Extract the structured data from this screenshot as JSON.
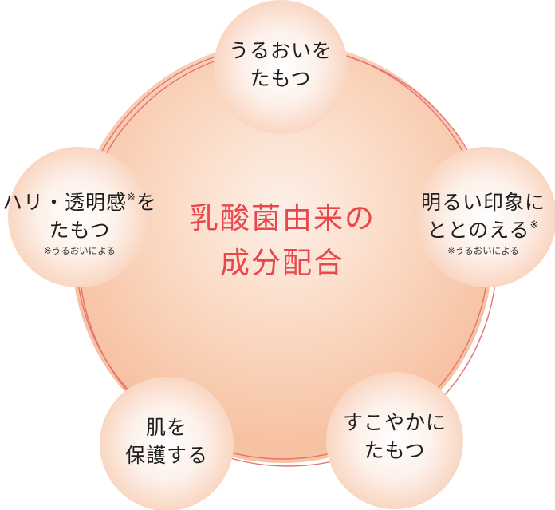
{
  "center": {
    "line1": "乳酸菌由来の",
    "line2": "成分配合",
    "color": "#e8474c"
  },
  "nodes": [
    {
      "id": "top",
      "line1": "うるおいを",
      "line2": "たもつ",
      "note": ""
    },
    {
      "id": "left",
      "line1": "ハリ・透明感",
      "line1_sup": "※",
      "line1_tail": "を",
      "line2": "たもつ",
      "note": "※うるおいによる"
    },
    {
      "id": "right",
      "line1": "明るい印象に",
      "line2": "ととのえる",
      "line2_sup": "※",
      "note": "※うるおいによる"
    },
    {
      "id": "bottom-left",
      "line1": "肌を",
      "line2": "保護する",
      "note": ""
    },
    {
      "id": "bottom-right",
      "line1": "すこやかに",
      "line2": "たもつ",
      "note": ""
    }
  ],
  "colors": {
    "main_fill_edge": "#f8c4a4",
    "main_fill_center": "#fdebe0",
    "ring": "#e57373",
    "node_center": "#ffffff",
    "node_edge": "#f8d0b8",
    "text": "#1e1e1e"
  }
}
